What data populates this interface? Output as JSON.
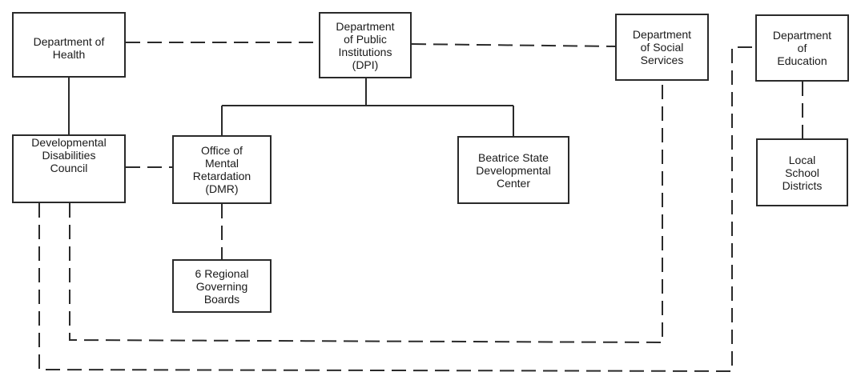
{
  "org_chart": {
    "boxes": {
      "department_of_health": "Department of\nHealth",
      "department_of_public_institutions": "Department\nof Public\nInstitutions\n(DPI)",
      "department_of_social_services": "Department\nof Social\nServices",
      "department_of_education": "Department\nof\nEducation",
      "developmental_disabilities_council": "Developmental\nDisabilities\nCouncil",
      "office_of_mental_retardation": "Office of\nMental\nRetardation\n(DMR)",
      "beatrice_state_developmental_center": "Beatrice State\nDevelopmental\nCenter",
      "local_school_districts": "Local\nSchool\nDistricts",
      "regional_governing_boards": "6 Regional\nGoverning\nBoards"
    },
    "line_style": {
      "solid": "direct-line",
      "dashed": "coordinating-relationship",
      "color": "#2a2a2a"
    }
  }
}
